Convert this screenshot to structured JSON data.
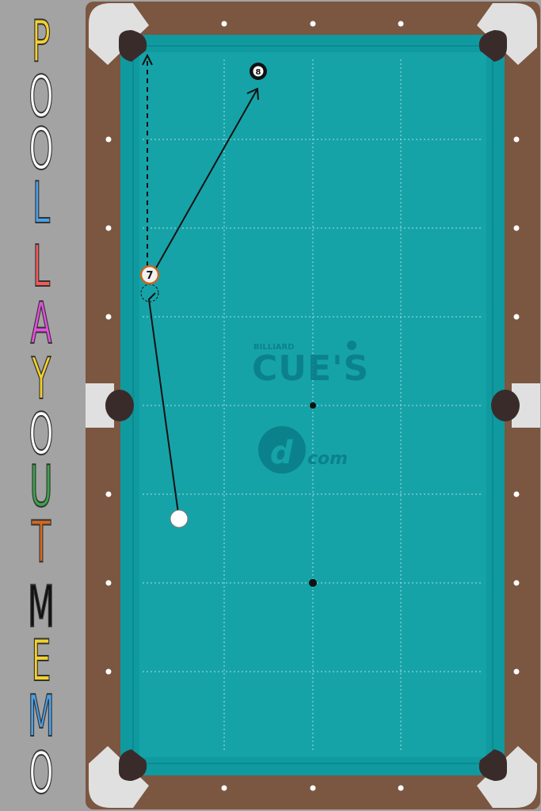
{
  "app": {
    "title_letters": [
      {
        "ch": "P",
        "color": "#f4d02c"
      },
      {
        "ch": "O",
        "color": "#ffffff"
      },
      {
        "ch": "O",
        "color": "#ffffff"
      },
      {
        "ch": "L",
        "color": "#4aa0e8"
      },
      {
        "ch": "L",
        "color": "#f25a5a"
      },
      {
        "ch": "A",
        "color": "#e84ee0"
      },
      {
        "ch": "Y",
        "color": "#f4d02c"
      },
      {
        "ch": "O",
        "color": "#ffffff"
      },
      {
        "ch": "U",
        "color": "#3aa34a"
      },
      {
        "ch": "T",
        "color": "#d2691e"
      },
      {
        "ch": "M",
        "color": "#111111"
      },
      {
        "ch": "E",
        "color": "#f4d02c"
      },
      {
        "ch": "M",
        "color": "#4aa0e8"
      },
      {
        "ch": "O",
        "color": "#ffffff"
      }
    ]
  },
  "table": {
    "felt_color": "#16a3a8",
    "rail_color": "#7b5640",
    "cushion_color": "#0f9aa0",
    "logo": {
      "small": "BILLIARD",
      "main": "CUE'S",
      "sub": "com"
    }
  },
  "balls": {
    "seven": {
      "label": "7"
    },
    "eight": {
      "label": "8"
    },
    "cue": {
      "label": ""
    }
  }
}
